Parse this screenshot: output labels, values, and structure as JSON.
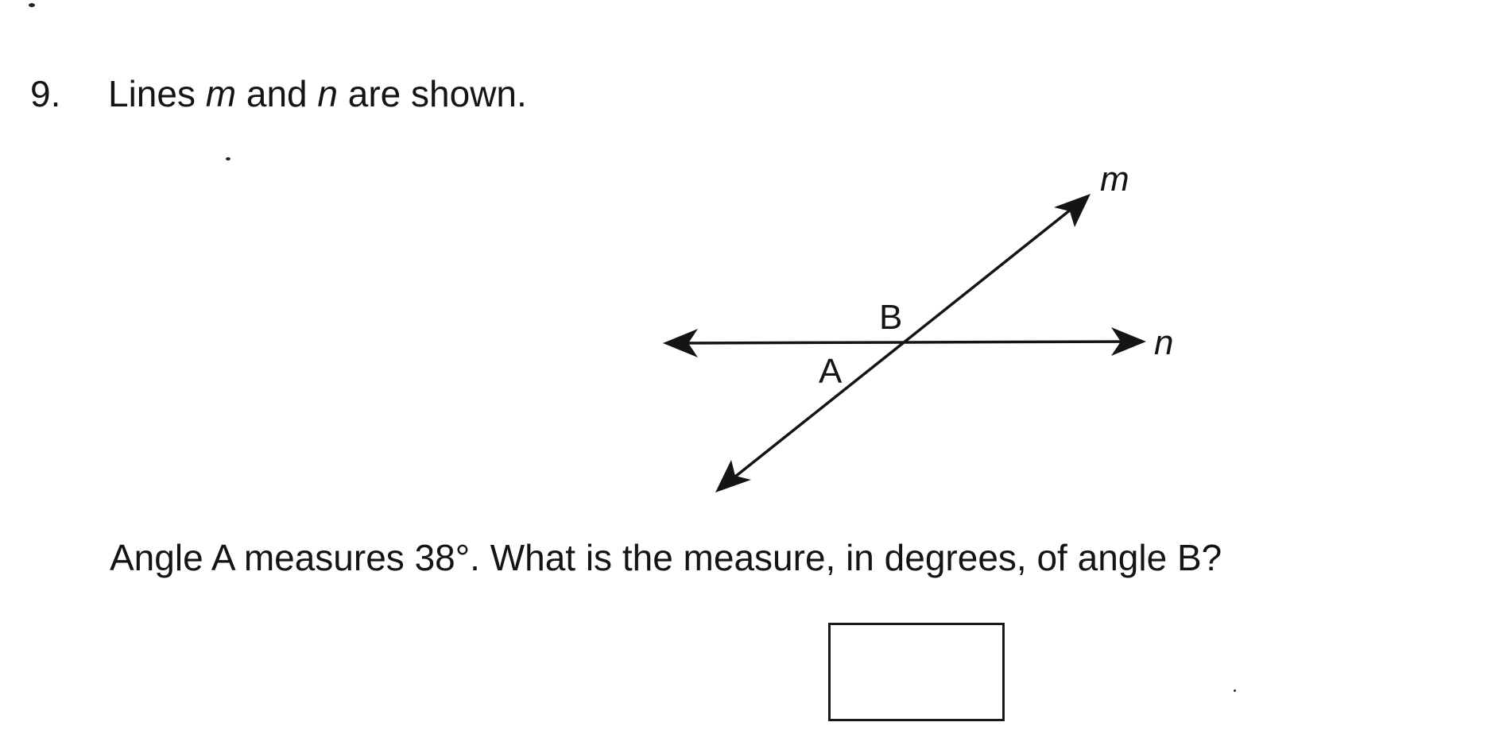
{
  "question": {
    "number": "9.",
    "prompt_before_m": "Lines ",
    "line_m_name": "m",
    "prompt_between": " and ",
    "line_n_name": "n",
    "prompt_after": " are shown.",
    "text": "Angle A measures 38°. What is the measure, in degrees, of angle B?"
  },
  "figure": {
    "label_m": "m",
    "label_n": "n",
    "label_a": "A",
    "label_b": "B"
  },
  "answer": {
    "value": ""
  }
}
